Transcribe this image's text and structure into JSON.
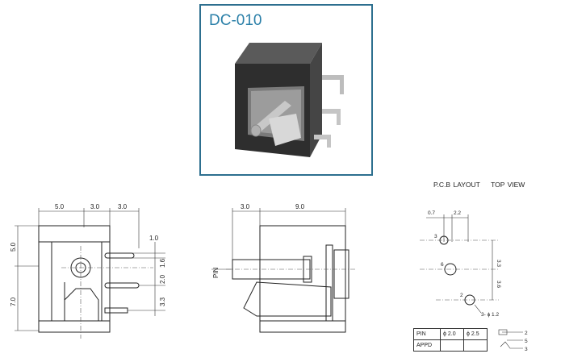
{
  "product": {
    "model": "DC-010"
  },
  "pcb_layout": {
    "title": "P.C.B LAYOUT",
    "view": "TOP VIEW",
    "dims": {
      "d1": "0.7",
      "d2": "2.2",
      "d3": "3.3",
      "d4": "3.6",
      "hole_note": "3- ϕ 1.2"
    },
    "pin_labels": [
      "3",
      "6",
      "2"
    ]
  },
  "front_view": {
    "dims_top": [
      "5.0",
      "3.0",
      "3.0"
    ],
    "dims_left": [
      "5.0",
      "7.0"
    ],
    "dims_right": [
      "1.0",
      "1.6",
      "2.0",
      "3.3"
    ]
  },
  "side_view": {
    "dims_top": [
      "3.0",
      "9.0"
    ],
    "pin_label": "PIN"
  },
  "pin_table": {
    "headers": [
      "PIN",
      "ϕ 2.0",
      "ϕ 2.5"
    ],
    "row_label": "APPD"
  },
  "schematic": {
    "labels": [
      "2",
      "5",
      "3"
    ]
  }
}
